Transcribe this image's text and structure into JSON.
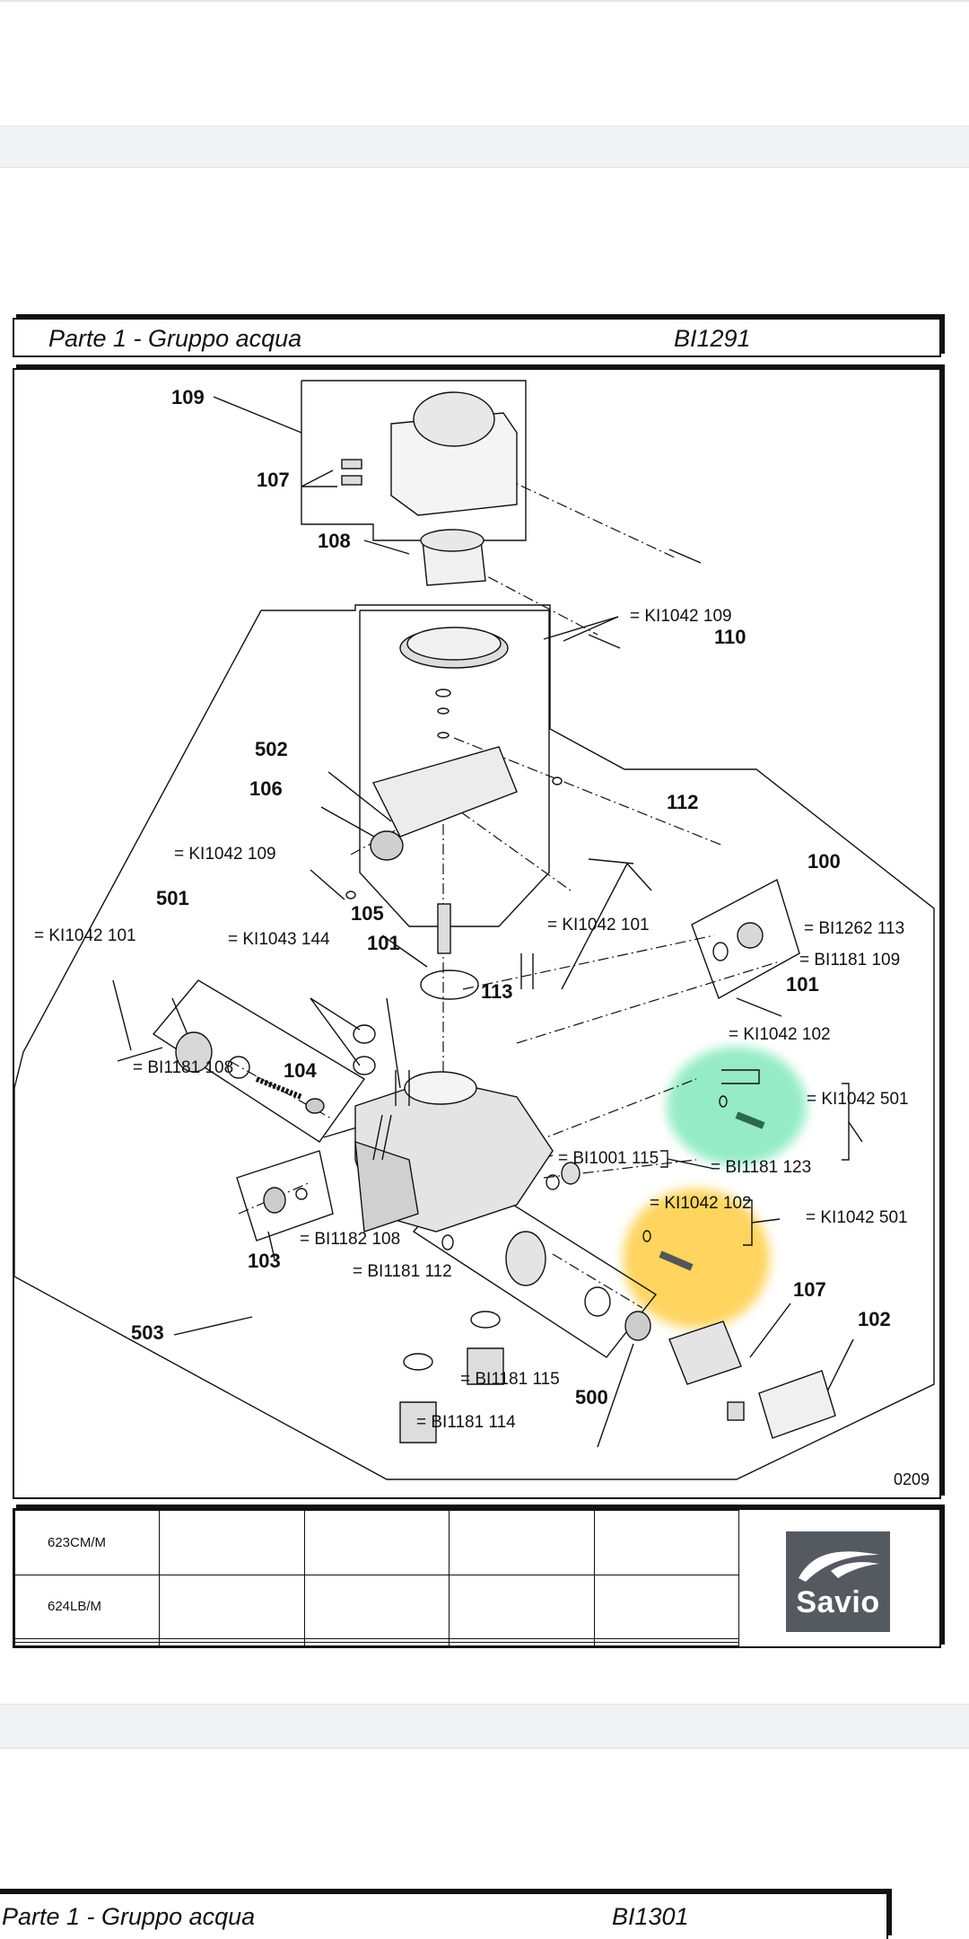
{
  "page1": {
    "title": "Parte 1 - Gruppo acqua",
    "code": "BI1291",
    "drawing_no": "0209"
  },
  "labels": {
    "n109": "109",
    "n107a": "107",
    "n108": "108",
    "n110": "110",
    "n502": "502",
    "n106": "106",
    "n112": "112",
    "n100": "100",
    "n501": "501",
    "n105": "105",
    "n101a": "101",
    "n113": "113",
    "n101b": "101",
    "n104": "104",
    "n103": "103",
    "n503": "503",
    "n500": "500",
    "n107b": "107",
    "n102": "102",
    "r_ki1042_109_a": "= KI1042 109",
    "r_ki1042_109_b": "= KI1042 109",
    "r_ki1042_101_a": "= KI1042 101",
    "r_ki1043_144": "= KI1043 144",
    "r_ki1042_101_b": "= KI1042 101",
    "r_bi1262_113": "= BI1262 113",
    "r_bi1181_109": "= BI1181 109",
    "r_ki1042_102_a": "= KI1042 102",
    "r_ki1042_501_a": "= KI1042 501",
    "r_bi1181_108": "= BI1181 108",
    "r_bi1001_115": "= BI1001 115",
    "r_bi1181_123": "= BI1181 123",
    "r_ki1042_102_b": "= KI1042 102",
    "r_ki1042_501_b": "= KI1042 501",
    "r_bi1182_108": "= BI1182 108",
    "r_bi1181_112": "= BI1181 112",
    "r_bi1181_115": "= BI1181 115",
    "r_bi1181_114": "= BI1181 114"
  },
  "highlights": {
    "green": "#3ddc97",
    "yellow": "#ffc21a"
  },
  "footer": {
    "models": [
      "623CM/M",
      "624LB/M",
      "",
      ""
    ],
    "brand": "Savio",
    "brand_color": "#555a60"
  },
  "page2": {
    "title": "Parte 1 - Gruppo acqua",
    "code": "BI1301"
  }
}
